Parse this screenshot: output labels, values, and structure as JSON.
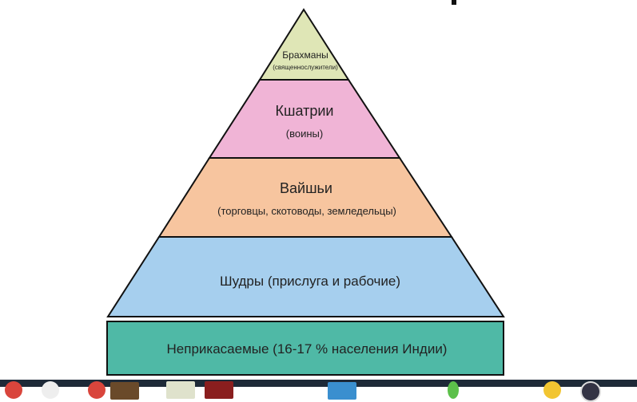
{
  "pyramid": {
    "levels": [
      {
        "title": "Брахманы",
        "subtitle": "(священнослужители)",
        "color": "#dfe6b6"
      },
      {
        "title": "Кшатрии",
        "subtitle": "(воины)",
        "color": "#f0b4d6"
      },
      {
        "title": "Вайшьи",
        "subtitle": "(торговцы, скотоводы, земледельцы)",
        "color": "#f7c59f"
      },
      {
        "title": "Шудры (прислуга и рабочие)",
        "color": "#a6cfee"
      }
    ],
    "base": {
      "title": "Неприкасаемые (16-17 % населения Индии)",
      "color": "#4fb9a6"
    }
  }
}
